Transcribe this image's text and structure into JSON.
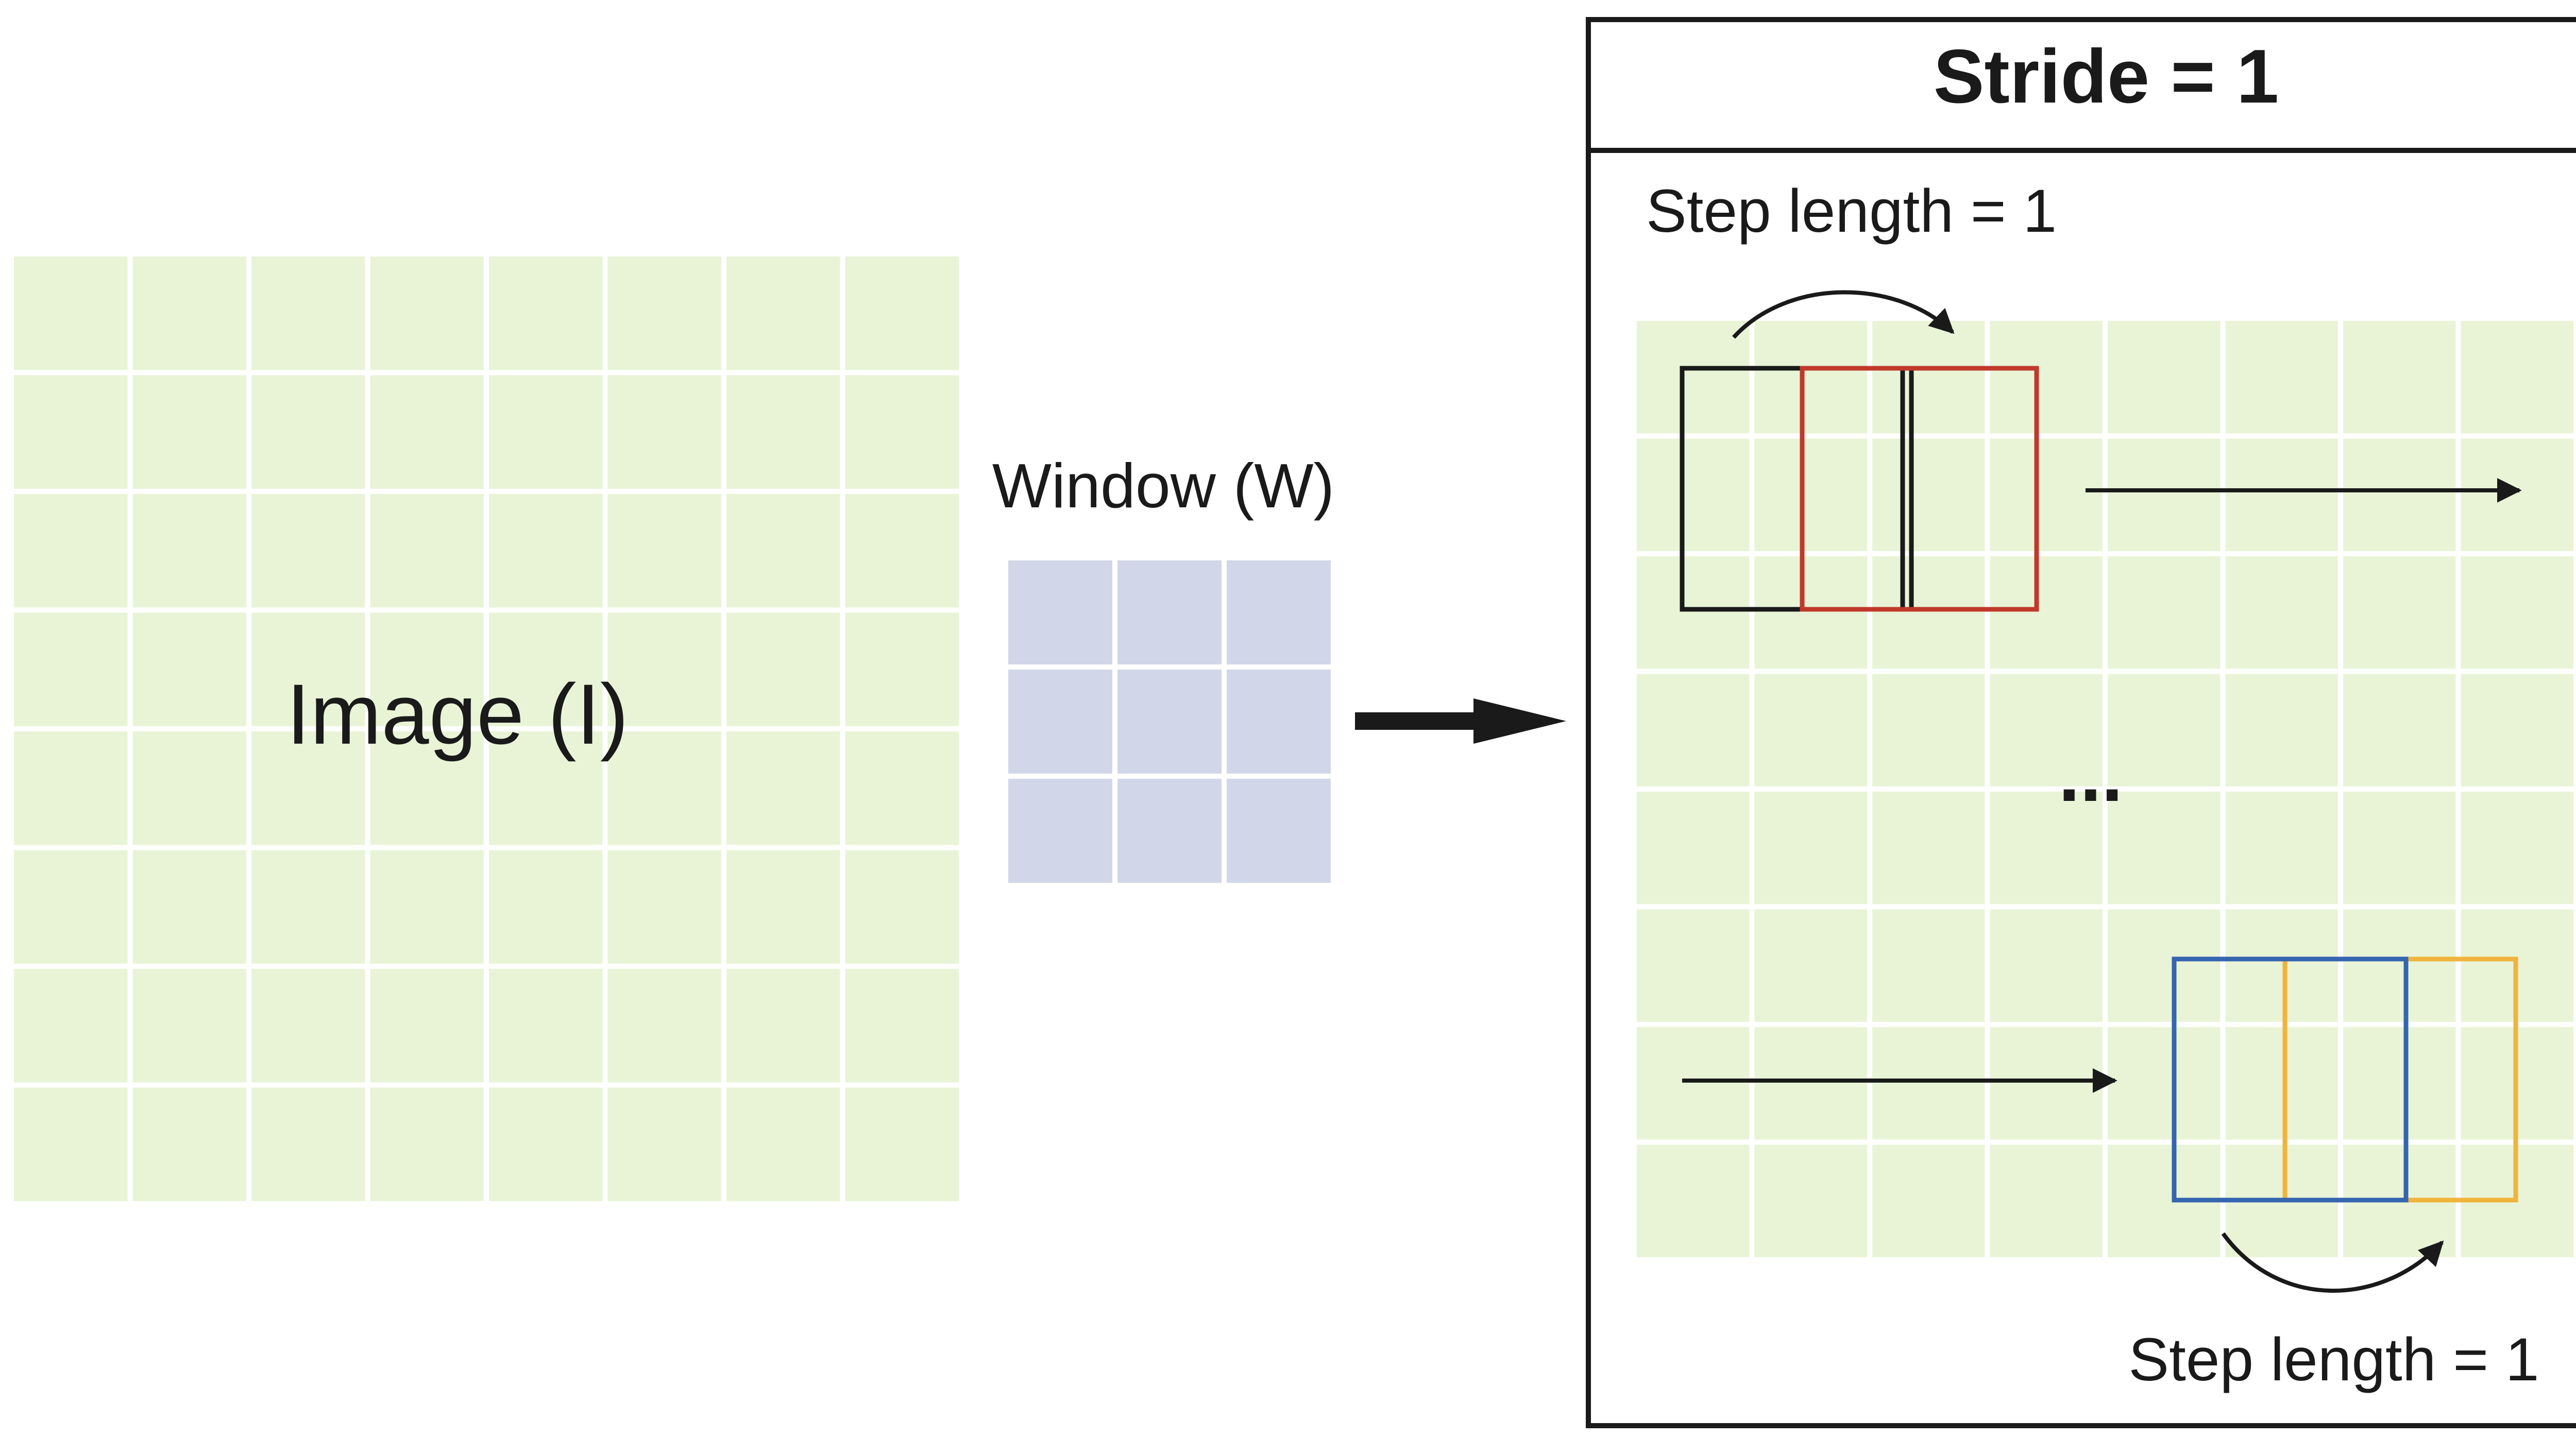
{
  "image_panel": {
    "label": "Image (I)",
    "grid_cells": "8x8",
    "cell_color": "#e9f4d7"
  },
  "window_panel": {
    "label": "Window (W)",
    "grid_cells": "3x3",
    "cell_color": "#d1d7e8"
  },
  "stride_panel": {
    "title": "Stride = 1",
    "top_step_label": "Step length = 1",
    "bottom_step_label": "Step length = 1",
    "ellipsis": "...",
    "grid_cells": "8x8",
    "cell_color": "#e9f4d7"
  },
  "window_outline_colors": {
    "top_first": "#1a1a1a",
    "top_second": "#c0392b",
    "bottom_first": "#3565b0",
    "bottom_second": "#f0b43c"
  }
}
